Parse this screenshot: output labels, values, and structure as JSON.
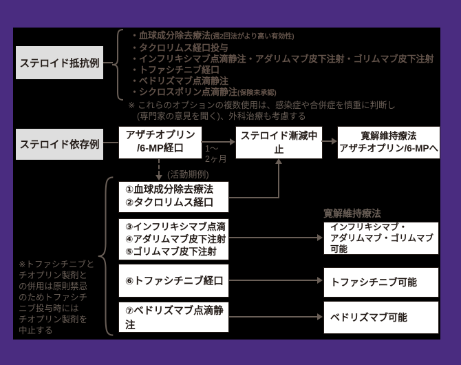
{
  "colors": {
    "frame": "#4a2c80",
    "canvas_bg": "#000000",
    "gray_box_bg": "#dedede",
    "white_box_bg": "#ffffff",
    "box_border": "#221a16",
    "box_text": "#221a16",
    "dim_text": "#6a5f57",
    "dim_bullet_text": "#64544b"
  },
  "top_section": {
    "resistant_label": "ステロイド抵抗例",
    "options": [
      {
        "bullet": "・",
        "main": "血球成分除去療法",
        "sub": "(週2回法がより高い有効性)"
      },
      {
        "bullet": "・",
        "main": "タクロリムス経口投与",
        "sub": ""
      },
      {
        "bullet": "・",
        "main": "インフリキシマブ点滴静注・アダリムマブ皮下注射・ゴリムマブ皮下注射",
        "sub": ""
      },
      {
        "bullet": "・",
        "main": "トファシチニブ経口",
        "sub": ""
      },
      {
        "bullet": "・",
        "main": "ベドリズマブ点滴静注",
        "sub": ""
      },
      {
        "bullet": "・",
        "main": "シクロスポリン点滴静注",
        "sub": "(保険未承認)"
      }
    ],
    "note_line1": "※ これらのオプションの複数使用は、感染症や合併症を慎重に判断し",
    "note_line2": "(専門家の意見を聞く)、外科治療も考慮する"
  },
  "dependent_row": {
    "dependent_label": "ステロイド依存例",
    "azathioprine_box_line1": "アザチオプリン",
    "azathioprine_box_line2": "/6-MP経口",
    "duration_line1": "1〜",
    "duration_line2": "2ヶ月",
    "active_phase_label": "(活動期例)",
    "taper_box_label": "ステロイド漸減中止",
    "maintenance_box_line1": "寛解維持療法",
    "maintenance_box_line2": "アザチオプリン/6-MPへ"
  },
  "active_section": {
    "option_boxes": [
      {
        "lines": [
          "①血球成分除去療法",
          "②タクロリムス経口"
        ]
      },
      {
        "lines": [
          "③インフリキシマブ点滴",
          "④アダリムマブ皮下注射",
          "⑤ゴリムマブ皮下注射"
        ]
      },
      {
        "lines": [
          "⑥トファシチニブ経口"
        ]
      },
      {
        "lines": [
          "⑦ベドリズマブ点滴静注"
        ]
      }
    ],
    "maintenance_heading": "寛解維持療法",
    "maintenance_boxes": [
      {
        "line1": "インフリキシマブ・",
        "line2": "アダリムマブ・ゴリムマブ可能"
      },
      {
        "line1": "トファシチニブ可能",
        "line2": ""
      },
      {
        "line1": "ベドリズマブ可能",
        "line2": ""
      }
    ],
    "tofacitinib_note_lines": [
      "※トファシチニブと",
      "チオプリン製剤と",
      "の併用は原則禁忌",
      "のためトファシチ",
      "ニブ投与時には",
      "チオプリン製剤を",
      "中止する"
    ]
  }
}
